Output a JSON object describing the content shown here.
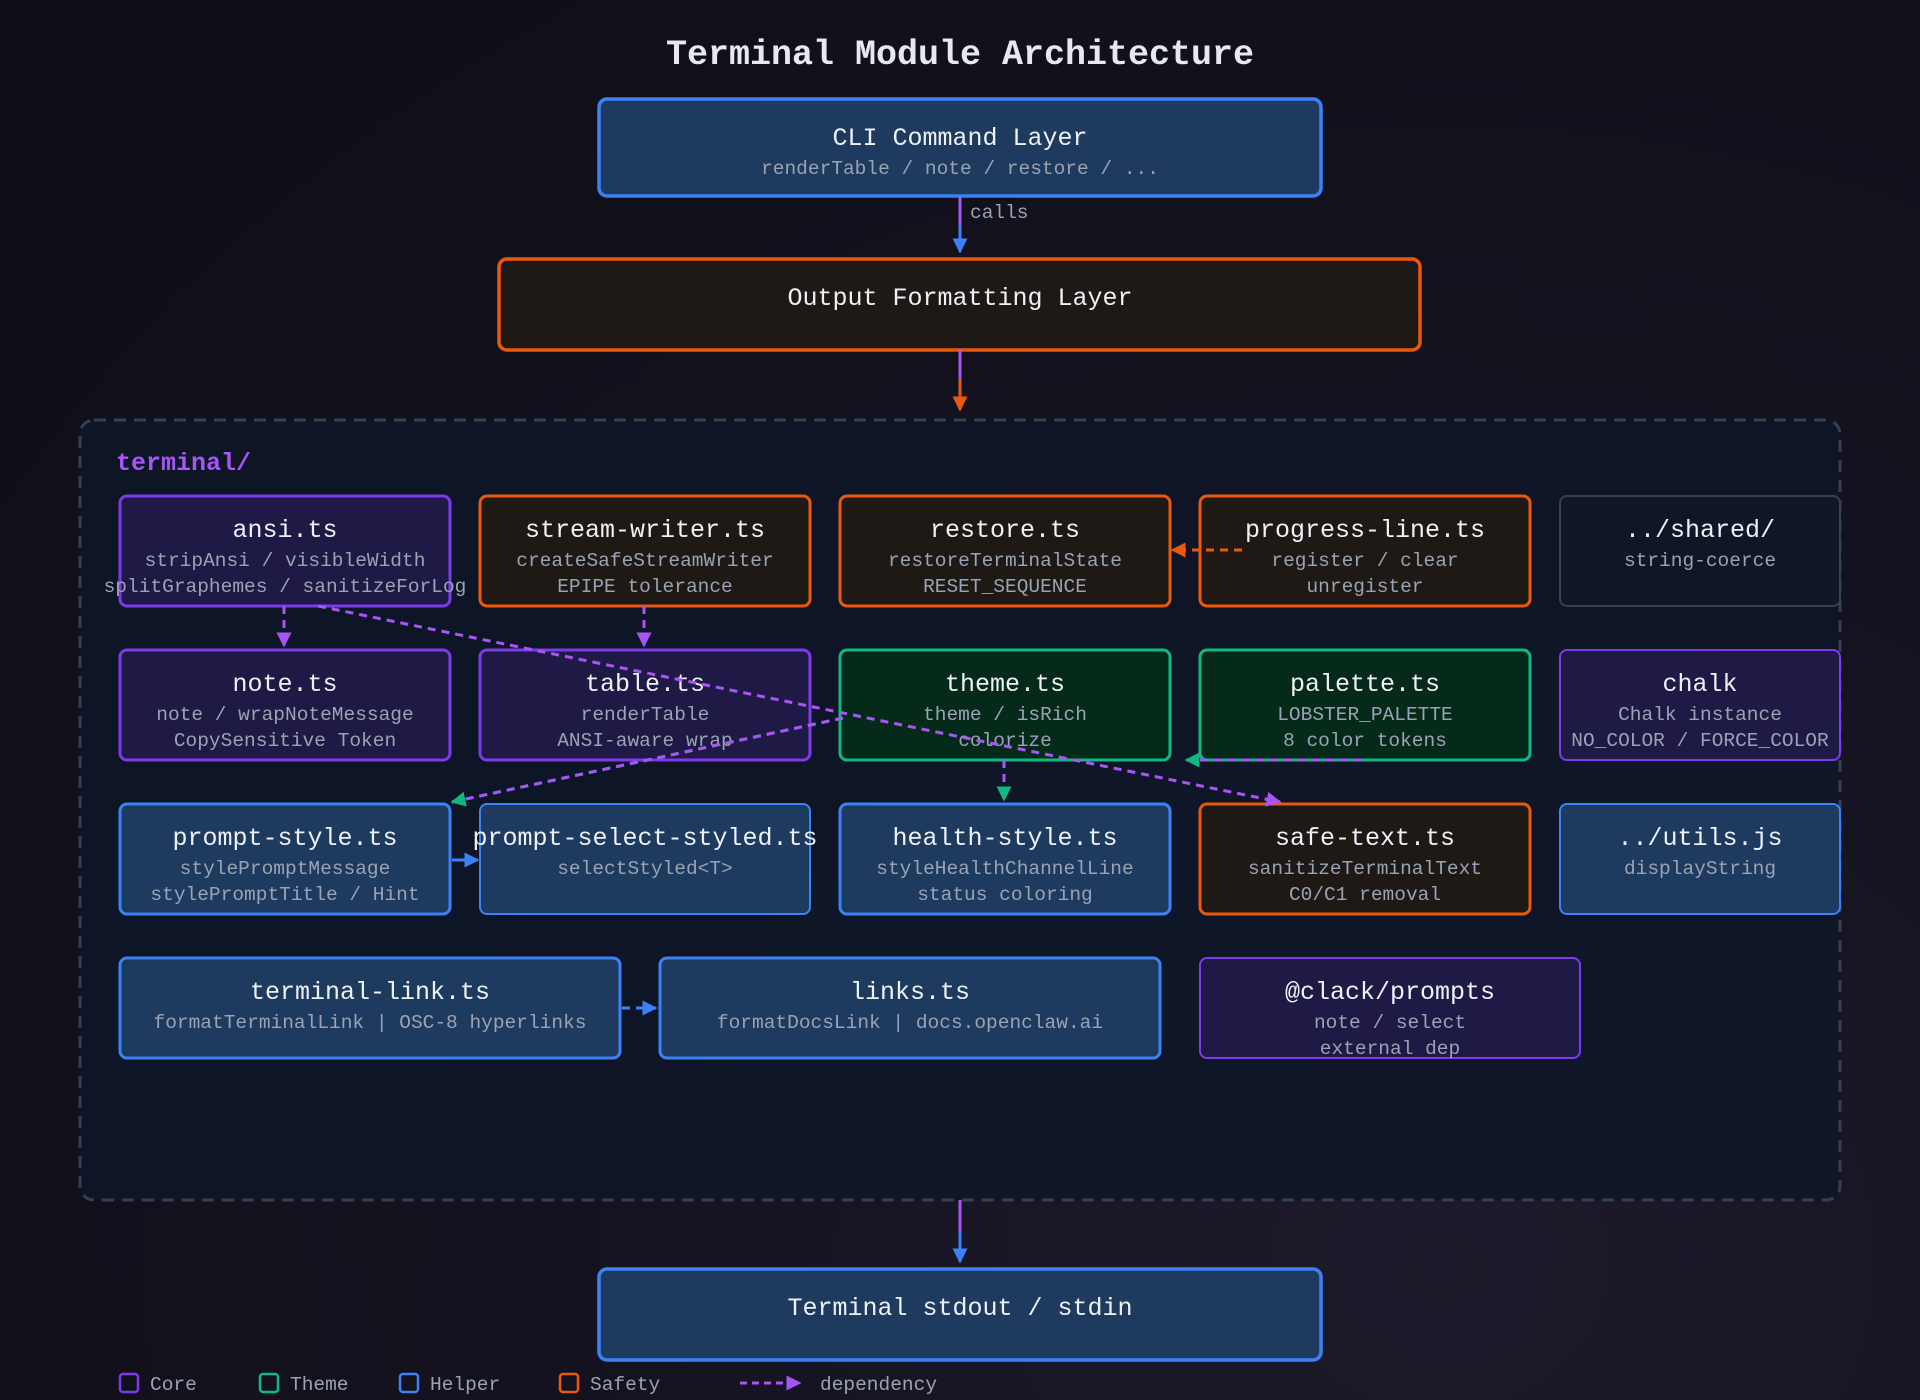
{
  "title": "Terminal Module Architecture",
  "colors": {
    "core": "#7c3aed",
    "theme": "#10b981",
    "helper": "#3b82f6",
    "safety": "#ea580c",
    "dependency": "#a855f7",
    "neutral": "#334155"
  },
  "top_nodes": [
    {
      "id": "cli",
      "title": "CLI Command Layer",
      "subtitle": "renderTable / note / restore / ..."
    },
    {
      "id": "output",
      "title": "Output Formatting Layer",
      "subtitle": ""
    },
    {
      "id": "stdout",
      "title": "Terminal stdout / stdin",
      "subtitle": ""
    }
  ],
  "edge_labels": {
    "calls": "calls"
  },
  "cluster": {
    "label": "terminal/"
  },
  "modules": [
    {
      "id": "ansi",
      "title": "ansi.ts",
      "lines": [
        "stripAnsi / visibleWidth",
        "splitGraphemes / sanitizeForLog"
      ],
      "kind": "core"
    },
    {
      "id": "stream",
      "title": "stream-writer.ts",
      "lines": [
        "createSafeStreamWriter",
        "EPIPE tolerance"
      ],
      "kind": "safety"
    },
    {
      "id": "restore",
      "title": "restore.ts",
      "lines": [
        "restoreTerminalState",
        "RESET_SEQUENCE"
      ],
      "kind": "safety"
    },
    {
      "id": "progress",
      "title": "progress-line.ts",
      "lines": [
        "register / clear",
        "unregister"
      ],
      "kind": "safety"
    },
    {
      "id": "shared",
      "title": "../shared/",
      "lines": [
        "string-coerce"
      ],
      "kind": "neutral"
    },
    {
      "id": "note",
      "title": "note.ts",
      "lines": [
        "note / wrapNoteMessage",
        "CopySensitive Token"
      ],
      "kind": "core"
    },
    {
      "id": "table",
      "title": "table.ts",
      "lines": [
        "renderTable",
        "ANSI-aware wrap"
      ],
      "kind": "core"
    },
    {
      "id": "theme",
      "title": "theme.ts",
      "lines": [
        "theme / isRich",
        "colorize"
      ],
      "kind": "theme"
    },
    {
      "id": "palette",
      "title": "palette.ts",
      "lines": [
        "LOBSTER_PALETTE",
        "8 color tokens"
      ],
      "kind": "theme"
    },
    {
      "id": "chalk",
      "title": "chalk",
      "lines": [
        "Chalk instance",
        "NO_COLOR / FORCE_COLOR"
      ],
      "kind": "core-thin"
    },
    {
      "id": "pstyle",
      "title": "prompt-style.ts",
      "lines": [
        "stylePromptMessage",
        "stylePromptTitle / Hint"
      ],
      "kind": "helper"
    },
    {
      "id": "pselect",
      "title": "prompt-select-styled.ts",
      "lines": [
        "selectStyled<T>"
      ],
      "kind": "helper-thin"
    },
    {
      "id": "health",
      "title": "health-style.ts",
      "lines": [
        "styleHealthChannelLine",
        "status coloring"
      ],
      "kind": "helper"
    },
    {
      "id": "safe",
      "title": "safe-text.ts",
      "lines": [
        "sanitizeTerminalText",
        "C0/C1 removal"
      ],
      "kind": "safety"
    },
    {
      "id": "utils",
      "title": "../utils.js",
      "lines": [
        "displayString"
      ],
      "kind": "helper-thin"
    },
    {
      "id": "tlink",
      "title": "terminal-link.ts",
      "lines": [
        "formatTerminalLink | OSC-8 hyperlinks"
      ],
      "kind": "helper"
    },
    {
      "id": "links",
      "title": "links.ts",
      "lines": [
        "formatDocsLink | docs.openclaw.ai"
      ],
      "kind": "helper"
    },
    {
      "id": "clack",
      "title": "@clack/prompts",
      "lines": [
        "note / select",
        "external dep"
      ],
      "kind": "core-thin"
    }
  ],
  "legend": [
    {
      "label": "Core",
      "color": "#7c3aed",
      "kind": "swatch"
    },
    {
      "label": "Theme",
      "color": "#10b981",
      "kind": "swatch"
    },
    {
      "label": "Helper",
      "color": "#3b82f6",
      "kind": "swatch"
    },
    {
      "label": "Safety",
      "color": "#ea580c",
      "kind": "swatch"
    },
    {
      "label": "dependency",
      "color": "#a855f7",
      "kind": "arrow"
    }
  ]
}
